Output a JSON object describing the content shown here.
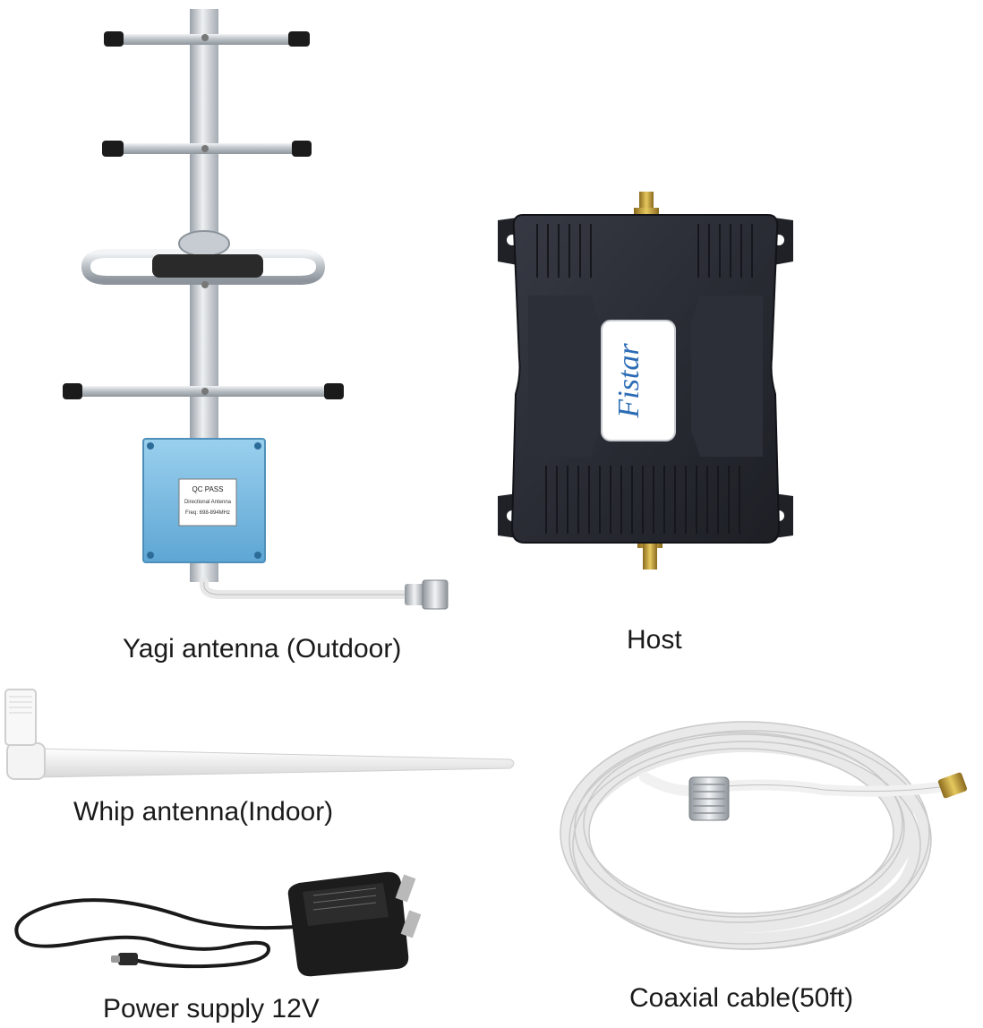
{
  "captions": {
    "yagi": "Yagi antenna (Outdoor)",
    "host": "Host",
    "whip": "Whip antenna(Indoor)",
    "power": "Power supply 12V",
    "coax": "Coaxial cable(50ft)"
  },
  "host_label": {
    "brand": "Fistar"
  },
  "yagi_plate_label": {
    "certification": "QC PASS",
    "line1": "Directional Antenna",
    "line2": "Freq: 698-894MHz"
  },
  "colors": {
    "host_body": "#24262d",
    "host_label": "#ffffff",
    "brand_text": "#2b6cb5",
    "yagi_plate": "#7fbde0",
    "aluminum": "#c9ced3",
    "cable": "#f2f2f2",
    "adapter": "#1c1c1c",
    "connector_gold": "#c9a43a"
  }
}
